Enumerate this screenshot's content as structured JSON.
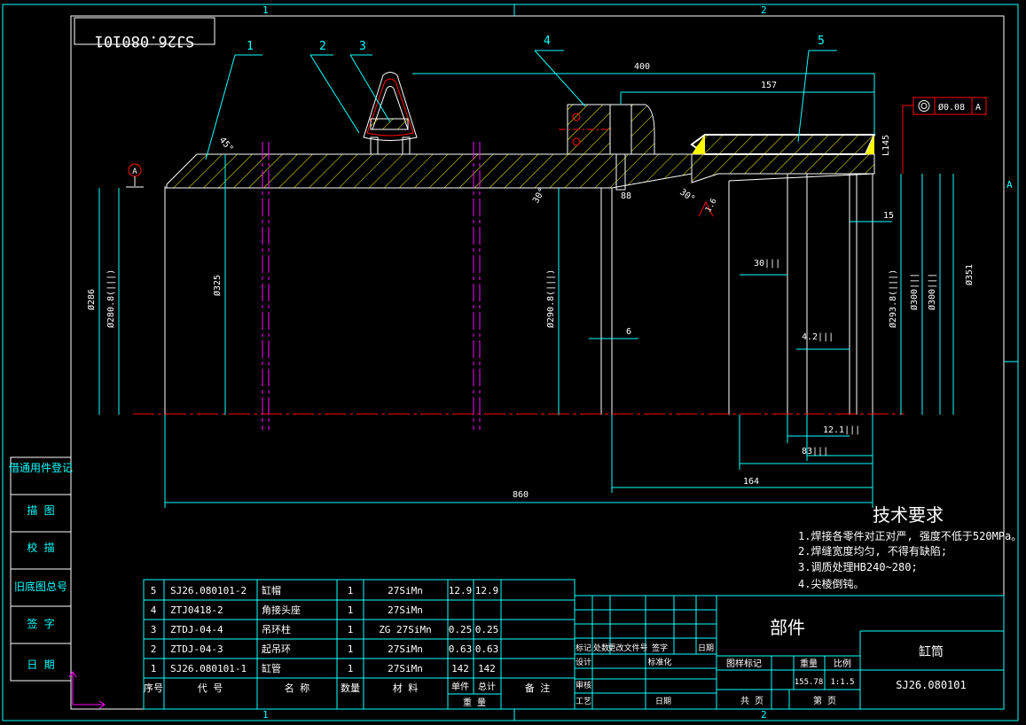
{
  "zones": {
    "top_1": "1",
    "top_2": "2",
    "bottom_1": "1",
    "bottom_2": "2",
    "side_a": "A"
  },
  "stamp_rotated": "SJ26.080101",
  "balloons": [
    "1",
    "2",
    "3",
    "4",
    "5"
  ],
  "datum": {
    "symbol": "A",
    "tolerance_value": "Ø0.08",
    "tolerance_ref": "A"
  },
  "dims": {
    "d400": "400",
    "d157": "157",
    "dL145": "L145",
    "d15": "15",
    "d30": "30|||",
    "d6": "6",
    "d42": "4.2|||",
    "d121": "12.1|||",
    "d83": "83|||",
    "d164": "164",
    "d860": "860",
    "d88": "88",
    "ang45": "45°",
    "ang30a": "30°",
    "ang30b": "30°",
    "rough16": "1.6",
    "v_d286": "Ø286",
    "v_d2808": "Ø280.8(|||)",
    "v_d325": "Ø325",
    "v_d2908": "Ø290.8(|||)",
    "v_d2938": "Ø293.8(|||)",
    "v_d300a": "Ø300|||",
    "v_d300b": "Ø300|||",
    "v_d351": "Ø351"
  },
  "tech_requirements": {
    "title": "技术要求",
    "items": [
      "1.焊接各零件对正对严, 强度不低于520MPa。",
      "2.焊缝宽度均匀, 不得有缺陷;",
      "3.调质处理HB240~280;",
      "4.尖棱倒钝。"
    ]
  },
  "left_strip": [
    "借通用件登记",
    "描  图",
    "校  描",
    "旧底图总号",
    "签  字",
    "日  期"
  ],
  "bom": {
    "headers": [
      "序号",
      "代  号",
      "名  称",
      "数量",
      "材    料",
      "单件",
      "总计",
      "重    量",
      "备  注"
    ],
    "rows": [
      {
        "no": "5",
        "code": "SJ26.080101-2",
        "name": "缸帽",
        "qty": "1",
        "material": "27SiMn",
        "unit_w": "12.9",
        "total_w": "12.9",
        "note": ""
      },
      {
        "no": "4",
        "code": "ZTJ0418-2",
        "name": "角接头座",
        "qty": "1",
        "material": "27SiMn",
        "unit_w": "",
        "total_w": "",
        "note": ""
      },
      {
        "no": "3",
        "code": "ZTDJ-04-4",
        "name": "吊环柱",
        "qty": "1",
        "material": "ZG 27SiMn",
        "unit_w": "0.25",
        "total_w": "0.25",
        "note": ""
      },
      {
        "no": "2",
        "code": "ZTDJ-04-3",
        "name": "起吊环",
        "qty": "1",
        "material": "27SiMn",
        "unit_w": "0.63",
        "total_w": "0.63",
        "note": ""
      },
      {
        "no": "1",
        "code": "SJ26.080101-1",
        "name": "缸管",
        "qty": "1",
        "material": "27SiMn",
        "unit_w": "142",
        "total_w": "142",
        "note": ""
      }
    ]
  },
  "title_block": {
    "rev_headers": [
      "标记",
      "处数",
      "更改文件号",
      "签字",
      "日期"
    ],
    "roles": [
      "设计",
      "标准化",
      "审核",
      "工艺",
      "日期"
    ],
    "phase_label": "图样标记",
    "weight_label": "重量",
    "scale_label": "比例",
    "weight": "155.78",
    "scale": "1:1.5",
    "sheet_total": "共    页",
    "sheet_no": "第    页",
    "category": "部件",
    "part_name": "缸筒",
    "drawing_no": "SJ26.080101"
  }
}
